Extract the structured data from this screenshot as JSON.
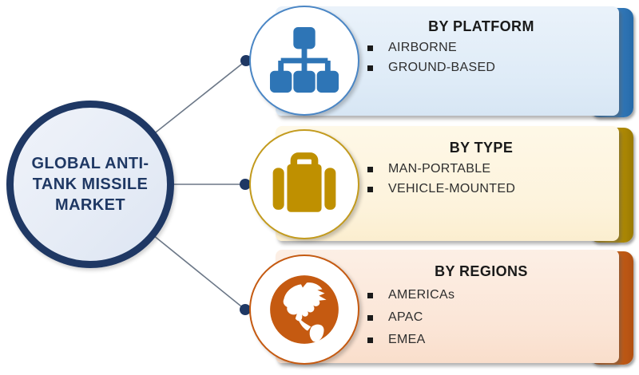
{
  "hub": {
    "title": "GLOBAL ANTI-TANK MISSILE MARKET",
    "lines": [
      "GLOBAL ANTI-",
      "TANK MISSILE",
      "MARKET"
    ]
  },
  "segments": [
    {
      "title": "BY PLATFORM",
      "items": [
        "AIRBORNE",
        "GROUND-BASED"
      ],
      "icon": "sitemap-icon",
      "accent": "#2E75B6",
      "panel_bg": "#DEEBF7"
    },
    {
      "title": "BY TYPE",
      "items": [
        "MAN-PORTABLE",
        "VEHICLE-MOUNTED"
      ],
      "icon": "briefcase-icon",
      "accent": "#BF9000",
      "panel_bg": "#FDF3DC"
    },
    {
      "title": "BY REGIONS",
      "items": [
        "AMERICAs",
        "APAC",
        "EMEA"
      ],
      "icon": "globe-americas-icon",
      "accent": "#C55A11",
      "panel_bg": "#FBE5D6"
    }
  ],
  "colors": {
    "hub_border": "#1F3864",
    "hub_fill": "#E8EDF6",
    "hub_text": "#1F3864",
    "connector_line": "#6B7787",
    "connector_dot": "#1F3864",
    "bullet": "#1A1A1A",
    "title_text": "#1A1A1A",
    "item_text": "#2E2E2E"
  }
}
